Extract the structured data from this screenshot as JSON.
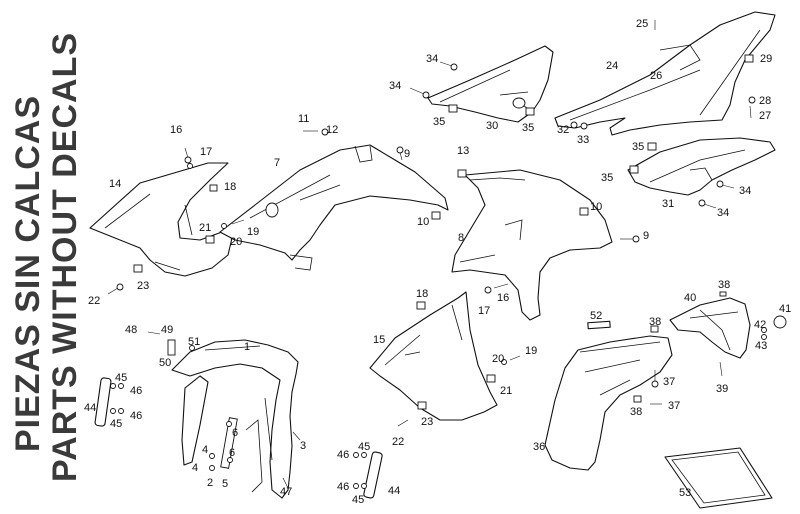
{
  "title_line1": "PIEZAS SIN CALCAS",
  "title_line2": "PARTS WITHOUT DECALS",
  "callouts": [
    {
      "id": "c1",
      "label": "1"
    },
    {
      "id": "c2",
      "label": "2"
    },
    {
      "id": "c3",
      "label": "3"
    },
    {
      "id": "c4a",
      "label": "4"
    },
    {
      "id": "c4b",
      "label": "4"
    },
    {
      "id": "c5",
      "label": "5"
    },
    {
      "id": "c6a",
      "label": "6"
    },
    {
      "id": "c6b",
      "label": "6"
    },
    {
      "id": "c7",
      "label": "7"
    },
    {
      "id": "c8",
      "label": "8"
    },
    {
      "id": "c9a",
      "label": "9"
    },
    {
      "id": "c9b",
      "label": "9"
    },
    {
      "id": "c10a",
      "label": "10"
    },
    {
      "id": "c10b",
      "label": "10"
    },
    {
      "id": "c11",
      "label": "11"
    },
    {
      "id": "c12",
      "label": "12"
    },
    {
      "id": "c13",
      "label": "13"
    },
    {
      "id": "c14",
      "label": "14"
    },
    {
      "id": "c15",
      "label": "15"
    },
    {
      "id": "c16a",
      "label": "16"
    },
    {
      "id": "c16b",
      "label": "16"
    },
    {
      "id": "c17a",
      "label": "17"
    },
    {
      "id": "c17b",
      "label": "17"
    },
    {
      "id": "c18a",
      "label": "18"
    },
    {
      "id": "c18b",
      "label": "18"
    },
    {
      "id": "c19a",
      "label": "19"
    },
    {
      "id": "c19b",
      "label": "19"
    },
    {
      "id": "c20a",
      "label": "20"
    },
    {
      "id": "c20b",
      "label": "20"
    },
    {
      "id": "c21a",
      "label": "21"
    },
    {
      "id": "c21b",
      "label": "21"
    },
    {
      "id": "c22a",
      "label": "22"
    },
    {
      "id": "c22b",
      "label": "22"
    },
    {
      "id": "c23a",
      "label": "23"
    },
    {
      "id": "c23b",
      "label": "23"
    },
    {
      "id": "c24",
      "label": "24"
    },
    {
      "id": "c25",
      "label": "25"
    },
    {
      "id": "c26",
      "label": "26"
    },
    {
      "id": "c27",
      "label": "27"
    },
    {
      "id": "c28",
      "label": "28"
    },
    {
      "id": "c29",
      "label": "29"
    },
    {
      "id": "c30",
      "label": "30"
    },
    {
      "id": "c31",
      "label": "31"
    },
    {
      "id": "c32",
      "label": "32"
    },
    {
      "id": "c33",
      "label": "33"
    },
    {
      "id": "c34a",
      "label": "34"
    },
    {
      "id": "c34b",
      "label": "34"
    },
    {
      "id": "c34c",
      "label": "34"
    },
    {
      "id": "c34d",
      "label": "34"
    },
    {
      "id": "c35a",
      "label": "35"
    },
    {
      "id": "c35b",
      "label": "35"
    },
    {
      "id": "c35c",
      "label": "35"
    },
    {
      "id": "c35d",
      "label": "35"
    },
    {
      "id": "c36",
      "label": "36"
    },
    {
      "id": "c37a",
      "label": "37"
    },
    {
      "id": "c37b",
      "label": "37"
    },
    {
      "id": "c38a",
      "label": "38"
    },
    {
      "id": "c38b",
      "label": "38"
    },
    {
      "id": "c38c",
      "label": "38"
    },
    {
      "id": "c39",
      "label": "39"
    },
    {
      "id": "c40",
      "label": "40"
    },
    {
      "id": "c41",
      "label": "41"
    },
    {
      "id": "c42",
      "label": "42"
    },
    {
      "id": "c43",
      "label": "43"
    },
    {
      "id": "c44a",
      "label": "44"
    },
    {
      "id": "c44b",
      "label": "44"
    },
    {
      "id": "c45a",
      "label": "45"
    },
    {
      "id": "c45b",
      "label": "45"
    },
    {
      "id": "c45c",
      "label": "45"
    },
    {
      "id": "c45d",
      "label": "45"
    },
    {
      "id": "c46a",
      "label": "46"
    },
    {
      "id": "c46b",
      "label": "46"
    },
    {
      "id": "c46c",
      "label": "46"
    },
    {
      "id": "c46d",
      "label": "46"
    },
    {
      "id": "c47",
      "label": "47"
    },
    {
      "id": "c48",
      "label": "48"
    },
    {
      "id": "c49",
      "label": "49"
    },
    {
      "id": "c50",
      "label": "50"
    },
    {
      "id": "c51",
      "label": "51"
    },
    {
      "id": "c52",
      "label": "52"
    },
    {
      "id": "c53",
      "label": "53"
    }
  ]
}
